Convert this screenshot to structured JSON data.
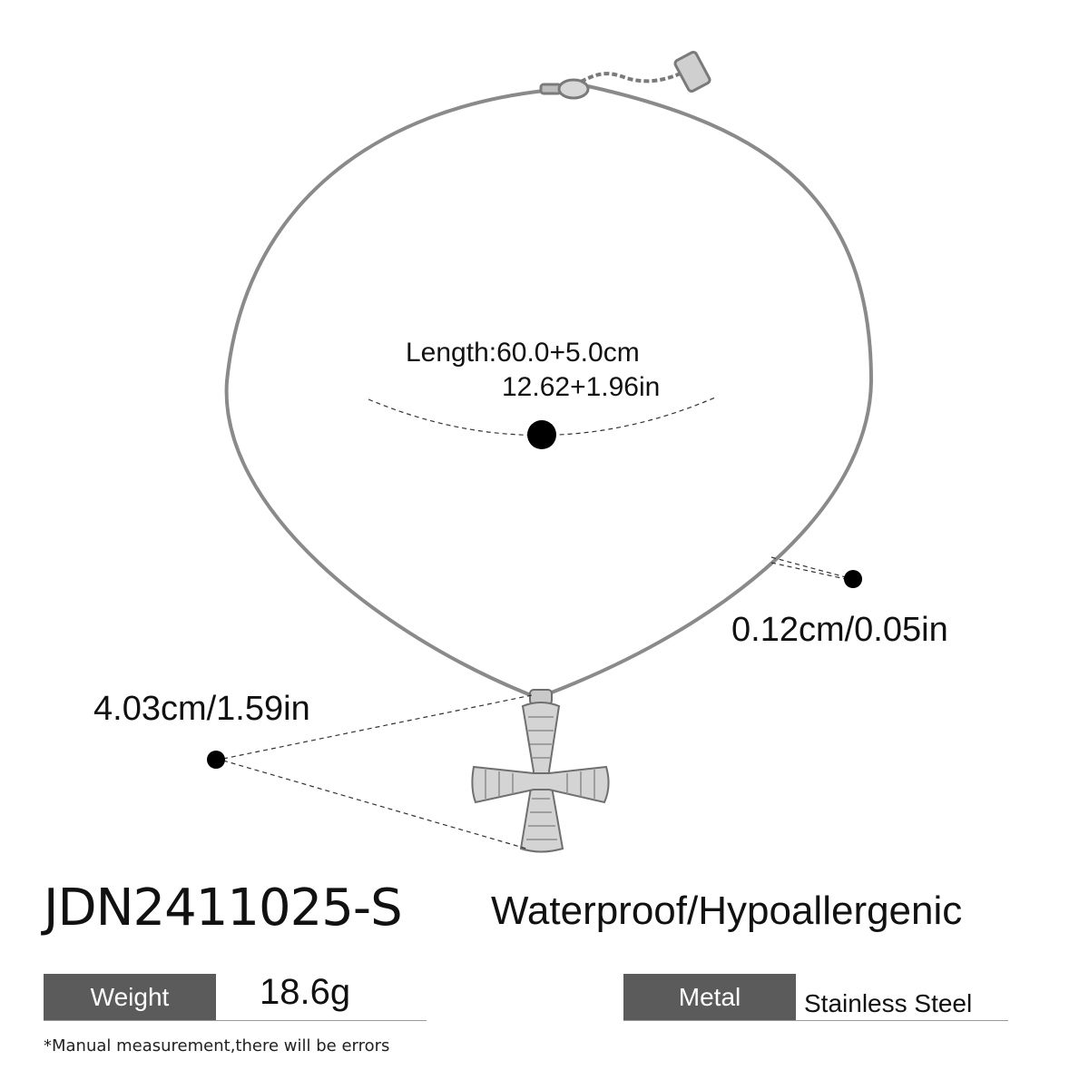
{
  "dimensions": {
    "length_cm": "Length:60.0+5.0cm",
    "length_in": "12.62+1.96in",
    "chain_thickness": "0.12cm/0.05in",
    "pendant_size": "4.03cm/1.59in"
  },
  "product": {
    "sku": "JDN2411025-S",
    "features": "Waterproof/Hypoallergenic"
  },
  "specs": {
    "weight_label": "Weight",
    "weight_value": "18.6g",
    "metal_label": "Metal",
    "metal_value": "Stainless Steel"
  },
  "footnote": "*Manual measurement,there will be errors",
  "colors": {
    "chain": "#8a8a8a",
    "label_bg": "#5b5b5b",
    "marker": "#000000"
  }
}
